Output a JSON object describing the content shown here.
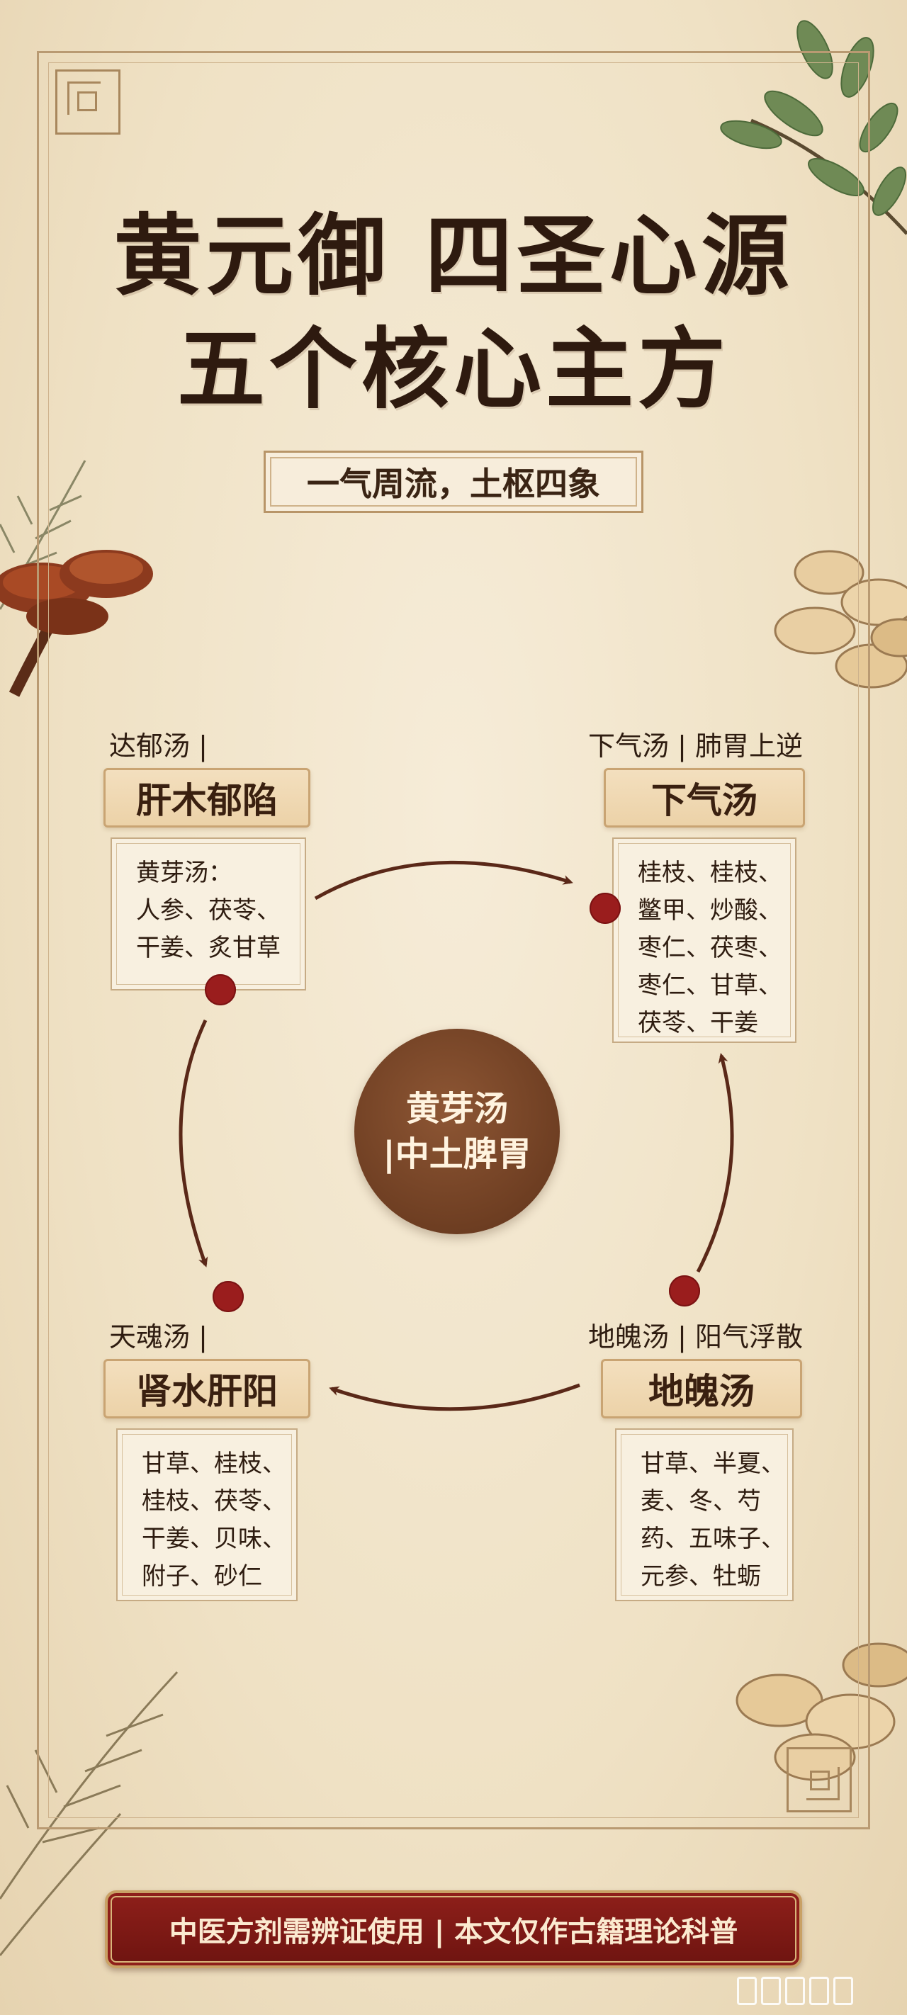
{
  "title": {
    "line1": "黄元御 四圣心源",
    "line2": "五个核心主方"
  },
  "subtitle": "一气周流，土枢四象",
  "center": {
    "line1": "黄芽汤",
    "line2": "|中土脾胃"
  },
  "nodes": {
    "top_left": {
      "header": "达郁汤 |",
      "plaque": "肝木郁陷",
      "lines": [
        "黄芽汤：",
        "人参、茯苓、",
        "干姜、炙甘草"
      ]
    },
    "top_right": {
      "header": "下气汤 | 肺胃上逆",
      "plaque": "下气汤",
      "lines": [
        "桂枝、桂枝、",
        "鳖甲、炒酸、",
        "枣仁、茯枣、",
        "枣仁、甘草、",
        "茯苓、干姜"
      ]
    },
    "bottom_left": {
      "header": "天魂汤 |",
      "plaque": "肾水肝阳",
      "lines": [
        "甘草、桂枝、",
        "桂枝、茯苓、",
        "干姜、贝味、",
        "附子、砂仁"
      ]
    },
    "bottom_right": {
      "header": "地魄汤 | 阳气浮散",
      "plaque": "地魄汤",
      "lines": [
        "甘草、半夏、",
        "麦、冬、芍",
        "药、五味子、",
        "元参、牡蛎"
      ]
    }
  },
  "footer": "中医方剂需辨证使用 | 本文仅作古籍理论科普",
  "colors": {
    "background": "#efe2c8",
    "dot_red": "#9a1d1d",
    "center_brown": "#7a4528",
    "banner_red": "#7e1915",
    "frame": "#b99a72"
  },
  "icons": [
    "fret-corner-icon",
    "leaf-branch-icon",
    "lingzhi-mushroom-icon",
    "herb-slices-icon",
    "grass-sprig-icon"
  ]
}
